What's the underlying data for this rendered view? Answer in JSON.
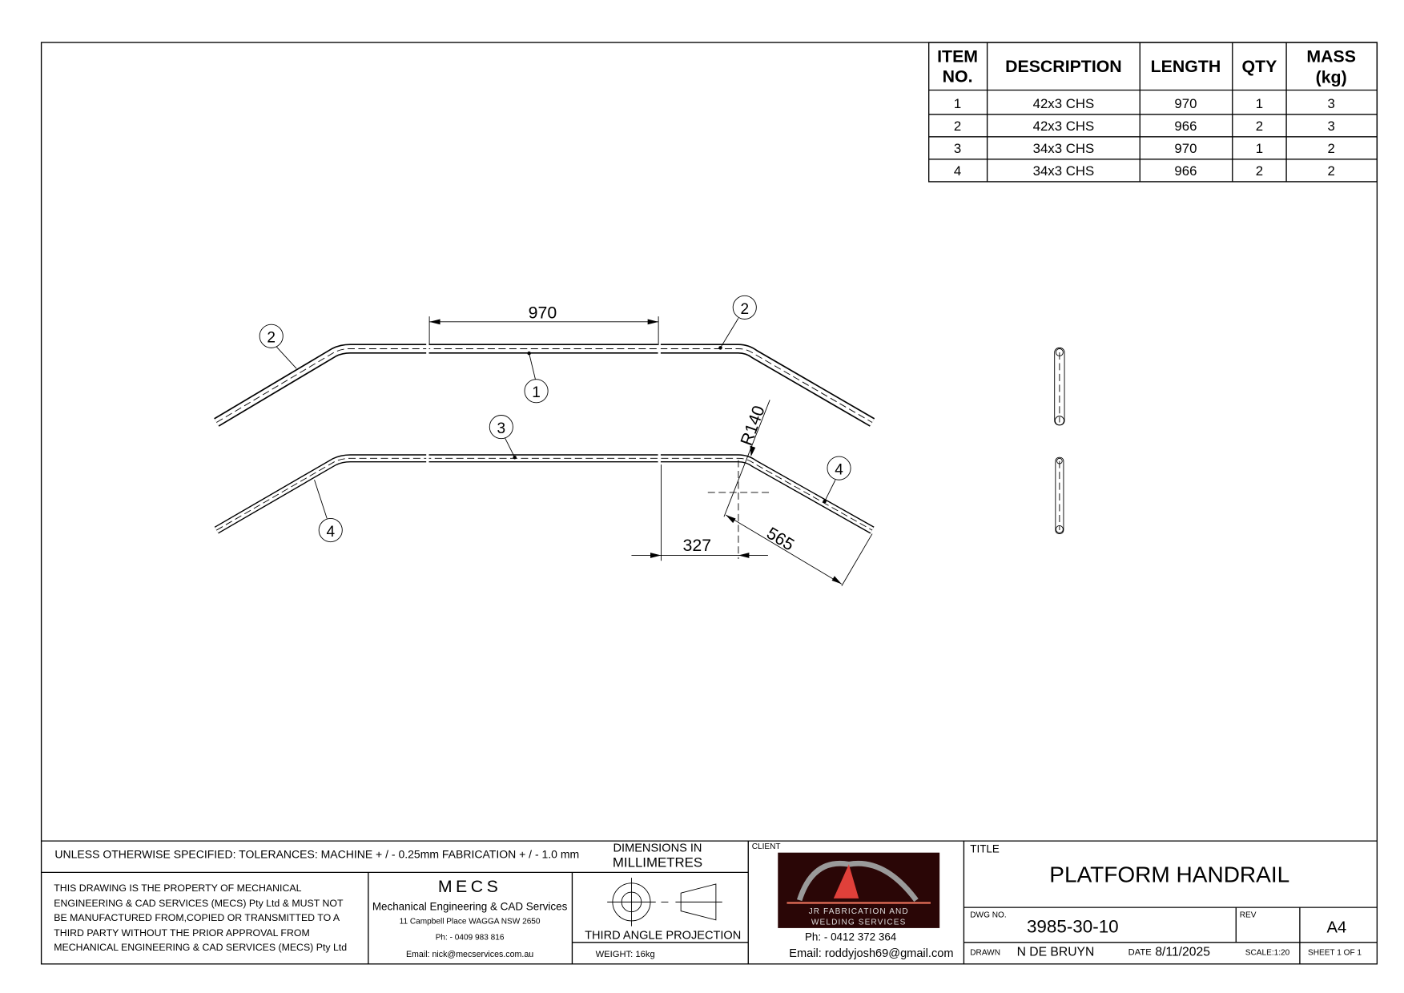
{
  "bom": {
    "headers": {
      "item_1": "ITEM",
      "item_2": "NO.",
      "description": "DESCRIPTION",
      "length": "LENGTH",
      "qty": "QTY",
      "mass_1": "MASS",
      "mass_2": "(kg)"
    },
    "rows": [
      {
        "item": "1",
        "description": "42x3 CHS",
        "length": "970",
        "qty": "1",
        "mass": "3"
      },
      {
        "item": "2",
        "description": "42x3 CHS",
        "length": "966",
        "qty": "2",
        "mass": "3"
      },
      {
        "item": "3",
        "description": "34x3 CHS",
        "length": "970",
        "qty": "1",
        "mass": "2"
      },
      {
        "item": "4",
        "description": "34x3 CHS",
        "length": "966",
        "qty": "2",
        "mass": "2"
      }
    ]
  },
  "drawing": {
    "dim_970": "970",
    "dim_r140": "R140",
    "dim_327": "327",
    "dim_565": "565",
    "balloons": [
      "2",
      "1",
      "2",
      "3",
      "4",
      "4"
    ]
  },
  "title_block": {
    "tolerances": "UNLESS OTHERWISE SPECIFIED: TOLERANCES: MACHINE + / - 0.25mm  FABRICATION + / - 1.0 mm",
    "dimensions_1": "DIMENSIONS IN",
    "dimensions_2": "MILLIMETRES",
    "property_notice": [
      "THIS DRAWING IS THE PROPERTY OF MECHANICAL",
      "ENGINEERING & CAD SERVICES (MECS) Pty Ltd & MUST NOT",
      "BE MANUFACTURED FROM,COPIED OR TRANSMITTED TO A",
      "THIRD PARTY WITHOUT THE PRIOR APPROVAL FROM",
      "MECHANICAL ENGINEERING & CAD SERVICES (MECS) Pty Ltd"
    ],
    "company": {
      "logo": "MECS",
      "name": "Mechanical Engineering & CAD Services",
      "address": "11 Campbell Place WAGGA NSW 2650",
      "phone": "Ph: - 0409 983 816",
      "email": "Email: nick@mecservices.com.au"
    },
    "projection": "THIRD ANGLE PROJECTION",
    "weight": "WEIGHT: 16kg",
    "client_label": "CLIENT",
    "client": {
      "logo_line_1": "JR FABRICATION AND",
      "logo_line_2": "WELDING SERVICES",
      "phone": "Ph: - 0412 372 364",
      "email": "Email: roddyjosh69@gmail.com"
    },
    "title_label": "TITLE",
    "title": "PLATFORM HANDRAIL",
    "dwg_no_label": "DWG NO.",
    "dwg_no": "3985-30-10",
    "rev_label": "REV",
    "size": "A4",
    "drawn_label": "DRAWN",
    "drawn": "N DE BRUYN",
    "date_label": "DATE",
    "date": "8/11/2025",
    "scale": "SCALE:1:20",
    "sheet": "SHEET 1 OF 1"
  },
  "colors": {
    "logo_bg": "#2a0606",
    "logo_red": "#e0403a",
    "logo_grey": "#9a9a9a"
  }
}
